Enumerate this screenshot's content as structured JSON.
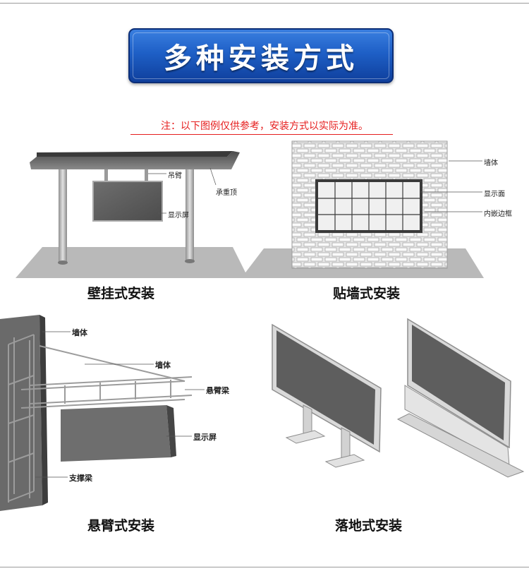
{
  "banner": {
    "title": "多种安装方式"
  },
  "note": "注：以下图例仅供参考，安装方式以实际为准。",
  "panels": {
    "wall_hang": {
      "caption": "壁挂式安装",
      "labels": {
        "hanger": "吊臂",
        "roof": "承重顶",
        "screen": "显示屏"
      }
    },
    "wall_embed": {
      "caption": "贴墙式安装",
      "labels": {
        "wall": "墙体",
        "screen_face": "显示面",
        "inner_frame": "内嵌边框"
      }
    },
    "cantilever": {
      "caption": "悬臂式安装",
      "labels": {
        "wall_top": "墙体",
        "wall_mid": "墙体",
        "arm_beam": "悬臂梁",
        "screen": "显示屏",
        "support_beam": "支撑梁"
      }
    },
    "floor": {
      "caption": "落地式安装"
    }
  },
  "colors": {
    "banner_blue": "#1e5fc6",
    "note_red": "#e61e1e",
    "ground_gray": "#b9b9b9",
    "screen_dark": "#5e5e5e"
  }
}
